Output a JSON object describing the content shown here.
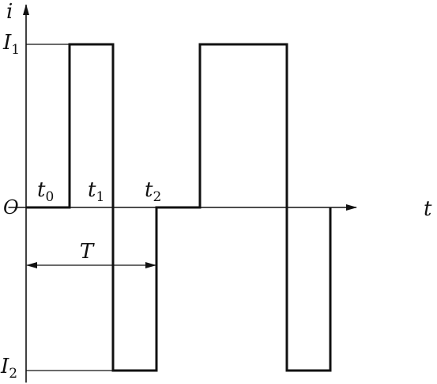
{
  "chart_data": {
    "type": "line",
    "title": "",
    "xlabel": "t",
    "ylabel": "i",
    "origin_label": "O",
    "y_levels": [
      {
        "name": "I",
        "sub": "1",
        "value": 1
      },
      {
        "name": "I",
        "sub": "2",
        "value": -1
      }
    ],
    "time_markers": [
      {
        "name": "t",
        "sub": "0",
        "value": 0
      },
      {
        "name": "t",
        "sub": "1",
        "value": 2
      },
      {
        "name": "t",
        "sub": "2",
        "value": 3
      }
    ],
    "period": {
      "label": "T",
      "from": 0,
      "to": 3
    },
    "series": [
      {
        "x": [
          0,
          1,
          1,
          2,
          2,
          3,
          3,
          4,
          4,
          6,
          6,
          7,
          7
        ],
        "y": [
          0,
          0,
          1,
          1,
          -1,
          -1,
          0,
          0,
          1,
          1,
          -1,
          -1,
          0
        ]
      }
    ],
    "xlim": [
      -0.5,
      7.6
    ],
    "ylim": [
      -1.05,
      1.2
    ],
    "grid": false,
    "colors": {
      "line": "#111111",
      "guide": "#111111"
    }
  }
}
